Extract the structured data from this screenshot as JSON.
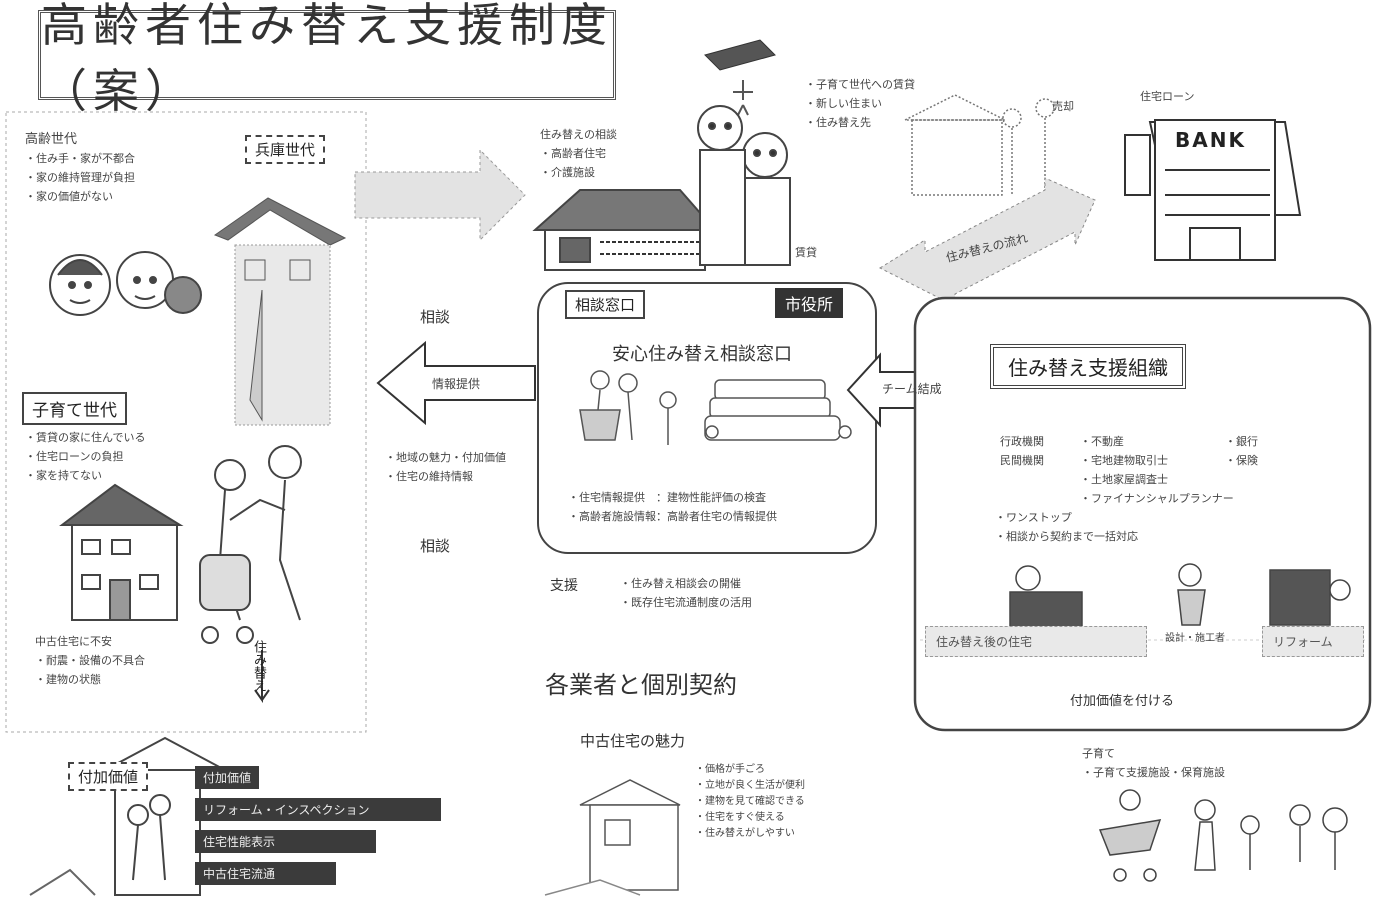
{
  "title": "高齢者住み替え支援制度（案）",
  "left": {
    "elderly_heading": "高齢世代",
    "elderly_lines": [
      "・住み手・家が不都合",
      "・家の維持管理が負担",
      "・家の価値がない"
    ],
    "elderly_label": "兵庫世代",
    "child_label": "子育て世代",
    "child_lines": [
      "・賃貸の家に住んでいる",
      "・住宅ローンの負担",
      "・家を持てない"
    ],
    "house_lines": [
      "中古住宅に不安",
      "・耐震・設備の不具合",
      "・建物の状態"
    ],
    "vertical_text": "住み替え",
    "value_title": "付加価値",
    "value_bars": [
      "付加価値",
      "リフォーム・インスペクション",
      "住宅性能表示",
      "中古住宅流通"
    ]
  },
  "middle": {
    "consult_arrow_label": "相談",
    "consult_bottom_label": "相談",
    "info_arrow_label": "情報提供",
    "info_lines": [
      "・地域の魅力・付加価値",
      "・住宅の維持情報"
    ],
    "elderly_lines": [
      "住み替えの相談",
      "・高齢者住宅",
      "・介護施設"
    ],
    "window_tag": "相談窓口",
    "city_tag": "市役所",
    "window_title": "安心住み替え相談窓口",
    "window_lines": [
      "・住宅情報提供　：建物性能評価の検査",
      "・高齢者施設情報：高齢者住宅の情報提供"
    ],
    "support_tag": "支援",
    "support_lines": [
      "・住み替え相談会の開催",
      "・既存住宅流通制度の活用"
    ],
    "contract_title": "各業者と個別契約",
    "charm_title": "中古住宅の魅力",
    "charm_lines": [
      "・価格が手ごろ",
      "・立地が良く生活が便利",
      "・建物を見て確認できる",
      "・住宅をすぐ使える",
      "・住み替えがしやすい"
    ],
    "lease_label": "賃貸",
    "sale_label": "売却"
  },
  "right": {
    "bank_sign": "BANK",
    "bank_caption": "住宅ローン",
    "house_lines": [
      "・子育て世代への賃貸",
      "・新しい住まい",
      "・住み替え先"
    ],
    "diag_label": "住み替えの流れ",
    "team_arrow_label": "チーム結成",
    "org_title": "住み替え支援組織",
    "org_col1": [
      "行政機関",
      "民間機関"
    ],
    "org_col2": [
      "・不動産",
      "・宅地建物取引士",
      "・土地家屋調査士",
      "・ファイナンシャルプランナー"
    ],
    "org_col3": [
      "・銀行",
      "・保険"
    ],
    "one_stop": [
      "・ワンストップ",
      "・相談から契約まで一括対応"
    ],
    "person_label": "設計・施工者",
    "pill1": "住み替え後の住宅",
    "pill2": "リフォーム",
    "bottom_bar": "付加価値を付ける",
    "child_care_lines": [
      "子育て",
      "・子育て支援施設・保育施設"
    ]
  }
}
